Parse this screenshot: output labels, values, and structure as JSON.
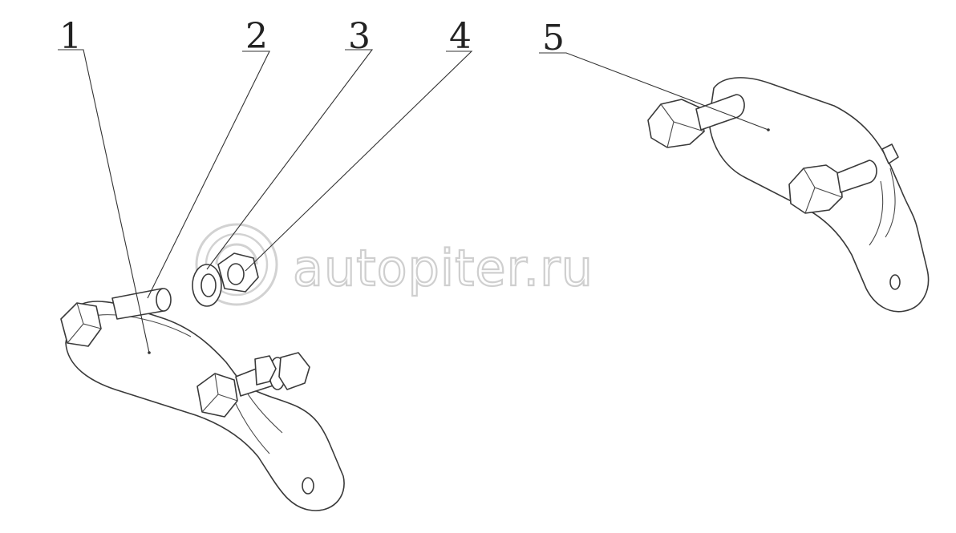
{
  "callouts": [
    {
      "label": "1"
    },
    {
      "label": "2"
    },
    {
      "label": "3"
    },
    {
      "label": "4"
    },
    {
      "label": "5"
    }
  ],
  "watermark": {
    "text": "autopiter.ru"
  },
  "colors": {
    "line": "#3a3a3a",
    "background": "#ffffff",
    "watermark": "#cfcfcf"
  }
}
